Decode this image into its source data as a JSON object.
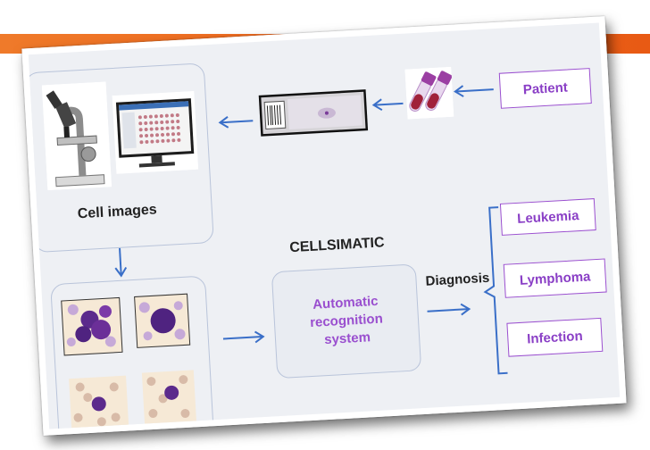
{
  "source": {
    "patient_label": "Patient"
  },
  "acquisition": {
    "caption": "Cell images"
  },
  "system": {
    "brand": "CELLSIMATIC",
    "line1": "Automatic",
    "line2": "recognition",
    "line3": "system"
  },
  "diagnosis": {
    "label": "Diagnosis",
    "outcomes": [
      "Leukemia",
      "Lymphoma",
      "Infection"
    ]
  },
  "colors": {
    "accent_orange": "#f0661c",
    "label_purple": "#8a3fc6",
    "arrow_blue": "#3a6fc8",
    "panel_border": "#b9c4da",
    "card_bg": "#eef0f4"
  },
  "icons": [
    "microscope-icon",
    "monitor-icon",
    "slide-icon",
    "blood-tubes-icon",
    "blood-cell-icon"
  ]
}
